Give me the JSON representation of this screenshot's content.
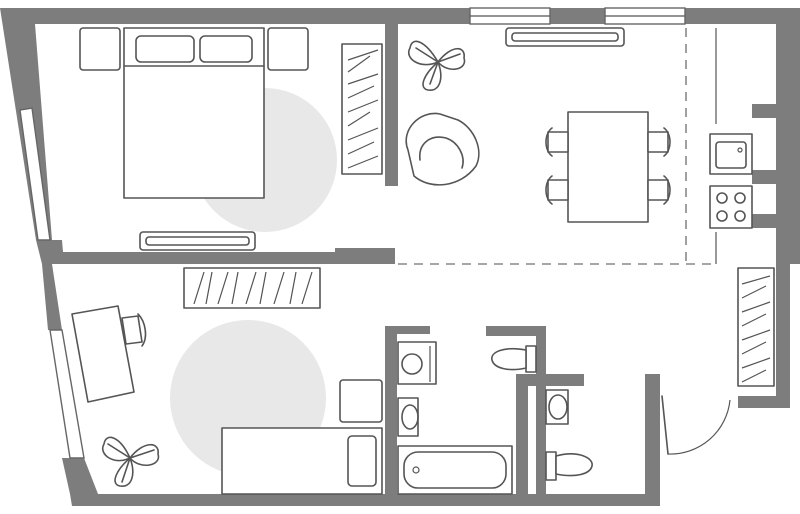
{
  "plan": {
    "colors": {
      "wall": "#7d7d7d",
      "line": "#555555",
      "rug": "#e8e8e8",
      "background": "#ffffff"
    },
    "rooms": [
      "bedroom",
      "kitchen-living",
      "hallway",
      "second-bedroom",
      "bathroom",
      "toilet"
    ],
    "furniture": [
      "double-bed-icon",
      "nightstand-icon",
      "radiator-icon",
      "wardrobe-icon",
      "plant-icon",
      "armchair-icon",
      "dining-table-icon",
      "chair-icon",
      "sink-icon",
      "stove-icon",
      "desk-icon",
      "single-bed-icon",
      "washing-machine-icon",
      "bathtub-icon",
      "toilet-icon",
      "washbasin-icon",
      "door-icon"
    ]
  }
}
